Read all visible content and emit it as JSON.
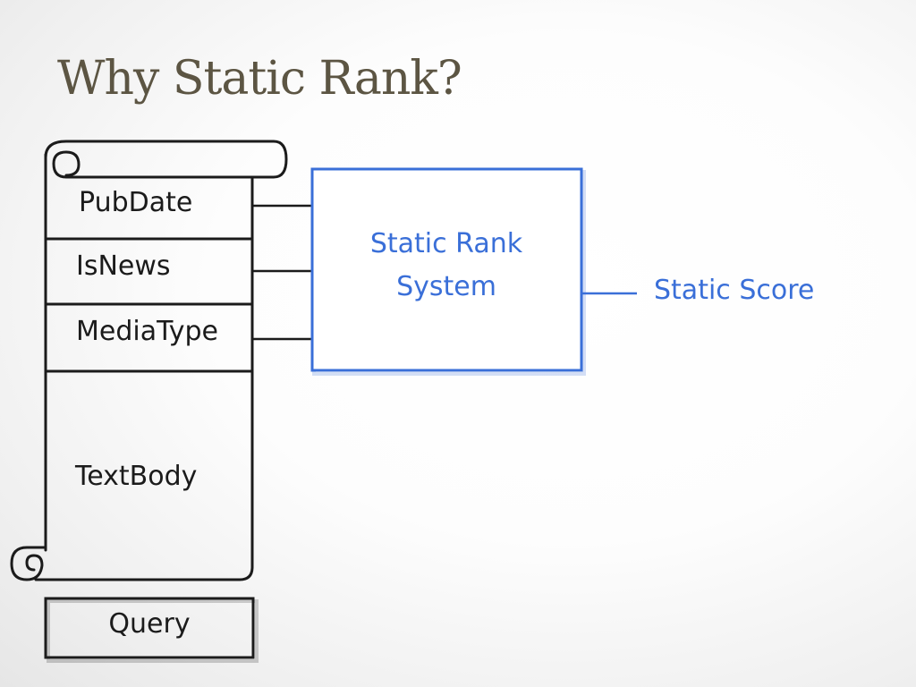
{
  "slide": {
    "title": "Why Static Rank?"
  },
  "document": {
    "fields": [
      "PubDate",
      "IsNews",
      "MediaType",
      "TextBody"
    ]
  },
  "rank_system": {
    "line1": "Static Rank",
    "line2": "System"
  },
  "output": {
    "label": "Static Score"
  },
  "query": {
    "label": "Query"
  },
  "colors": {
    "title": "#5c5543",
    "accent_blue": "#3a6fd8",
    "stroke": "#1b1b1b"
  }
}
